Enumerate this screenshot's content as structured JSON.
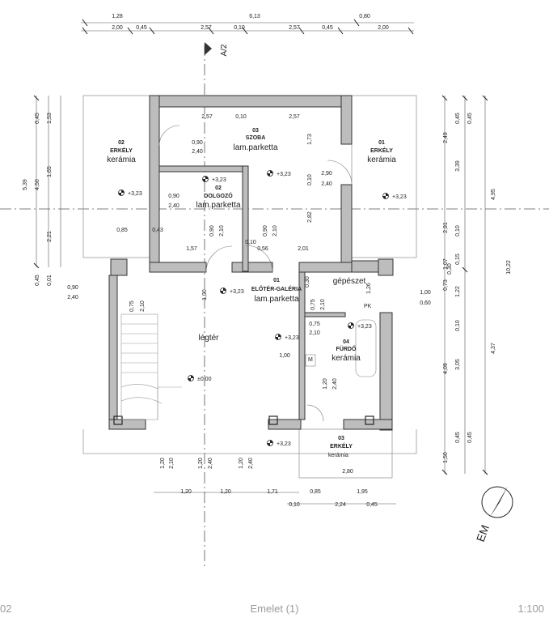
{
  "axis_label": "A/2",
  "rooms": [
    {
      "no": "03",
      "name": "SZOBA",
      "material": "lam.parketta"
    },
    {
      "no": "02",
      "name": "ERKÉLY",
      "material": "kerámia"
    },
    {
      "no": "01",
      "name": "ERKÉLY",
      "material": "kerámia"
    },
    {
      "no": "02",
      "name": "DOLGOZÓ",
      "material": "lam.parketta"
    },
    {
      "no": "01",
      "name": "ELŐTÉR-GALÉRIA",
      "material": "lam.parketta"
    },
    {
      "no": "04",
      "name": "FÜRDŐ",
      "material": "kerámia"
    },
    {
      "no": "03",
      "name": "ERKÉLY",
      "material": "kerámia"
    }
  ],
  "labels": {
    "legter": "légtér",
    "gepeszet": "gépészet",
    "pk": "PK",
    "m": "M"
  },
  "levels": [
    "+3,23",
    "+3,23",
    "+3,23",
    "+3,23",
    "+3,23",
    "+3,23",
    "+3,23",
    "±0,00",
    "+3,23"
  ],
  "dims": {
    "top_outer": [
      "1,28",
      "6,13",
      "0,80"
    ],
    "top_inner": [
      "2,00",
      "0,45",
      "2,57",
      "0,10",
      "2,57",
      "0,45",
      "2,00"
    ],
    "interior": [
      "2,57",
      "0,10",
      "2,57",
      "0,90",
      "2,40",
      "1,73",
      "0,10",
      "2,90",
      "2,40",
      "0,90",
      "2,40",
      "2,82",
      "0,85",
      "0,43",
      "0,90",
      "2,10",
      "0,10",
      "0,56",
      "0,90",
      "2,10",
      "1,57",
      "2,01",
      "0,30",
      "1,26",
      "0,75",
      "2,10",
      "0,75",
      "2,10",
      "1,00",
      "0,75",
      "2,10",
      "1,00",
      "1,20",
      "2,40",
      "0,90",
      "2,40",
      "1,00",
      "0,60",
      "2,80"
    ],
    "left_outer": [
      "5,39"
    ],
    "left_mid": [
      "4,50",
      "2,21"
    ],
    "left_inner": [
      "0,45",
      "1,53",
      "1,65",
      "0,45",
      "0,01"
    ],
    "right_outer": [
      "10,22"
    ],
    "right_mid": [
      "4,95",
      "4,37"
    ],
    "right_inner": [
      "2,49",
      "0,45",
      "3,39",
      "0,45",
      "2,91",
      "0,10",
      "1,07",
      "0,15",
      "0,30",
      "0,73",
      "1,22",
      "0,10",
      "3,05",
      "4,09",
      "0,45",
      "1,50",
      "0,45"
    ],
    "bottom_v": [
      "1,20",
      "2,10",
      "1,20",
      "2,40",
      "1,20",
      "2,40"
    ],
    "bottom_row1": [
      "1,20",
      "1,20",
      "1,71",
      "0,85",
      "1,95"
    ],
    "bottom_row2": [
      "0,10",
      "2,24",
      "0,45"
    ]
  },
  "footer": {
    "left": "02",
    "center": "Emelet (1)",
    "right": "1:100"
  },
  "colors": {
    "wall": "#bdbdbd",
    "line": "#333333",
    "axis": "#555555"
  }
}
